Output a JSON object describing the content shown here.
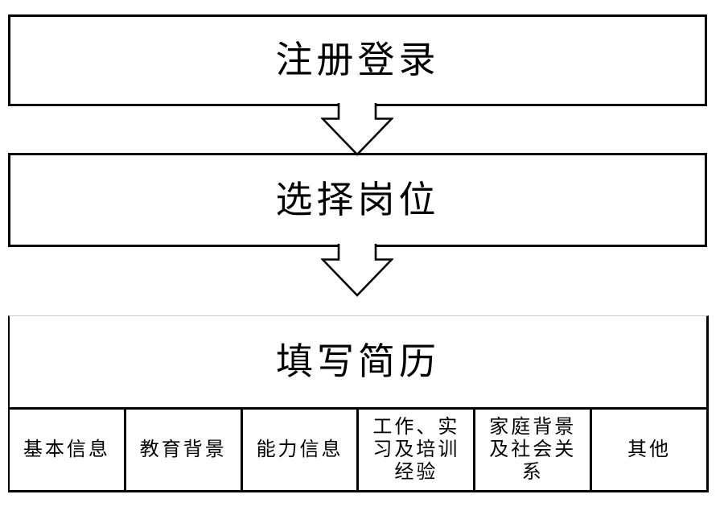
{
  "flow": {
    "steps": [
      {
        "id": "register-login",
        "label": "注册登录"
      },
      {
        "id": "select-position",
        "label": "选择岗位"
      },
      {
        "id": "fill-resume",
        "label": "填写简历"
      }
    ],
    "resume_sections": [
      "基本信息",
      "教育背景",
      "能力信息",
      "工作、实\n习及培训\n经验",
      "家庭背景\n及社会关\n系",
      "其他"
    ]
  },
  "icons": {
    "connector": "hollow-down-arrow"
  },
  "colors": {
    "border": "#000000",
    "panel_top_border": "#c8c8c8",
    "background": "#ffffff",
    "text": "#000000"
  }
}
